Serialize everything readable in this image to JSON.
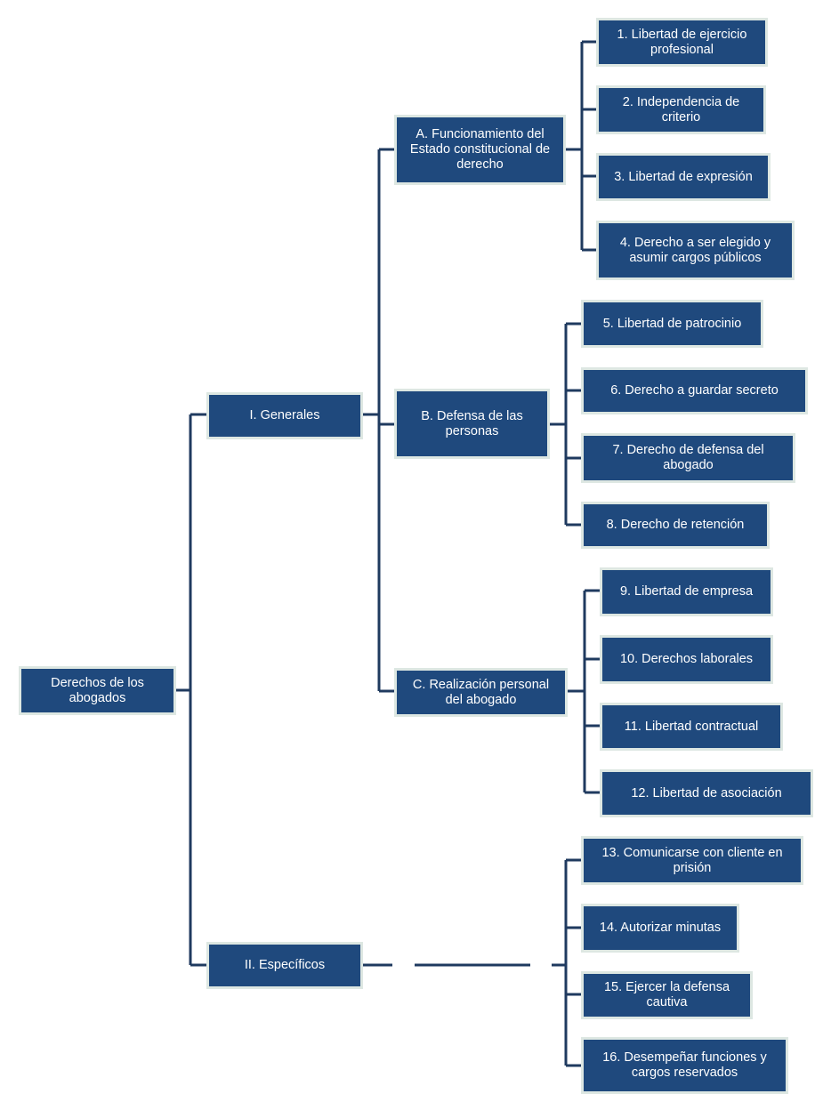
{
  "diagram": {
    "root": "Derechos de los abogados",
    "groups": [
      {
        "label": "I. Generales",
        "children": [
          {
            "label": "A. Funcionamiento del Estado constitucional de derecho",
            "items": [
              "1. Libertad de ejercicio profesional",
              "2. Independencia de criterio",
              "3. Libertad de expresión",
              "4. Derecho a ser elegido y asumir cargos públicos"
            ]
          },
          {
            "label": "B. Defensa de las personas",
            "items": [
              "5. Libertad de patrocinio",
              "6. Derecho a guardar secreto",
              "7. Derecho de defensa del abogado",
              "8. Derecho de retención"
            ]
          },
          {
            "label": "C. Realización personal del abogado",
            "items": [
              "9. Libertad de empresa",
              "10. Derechos laborales",
              "11. Libertad contractual",
              "12. Libertad de asociación"
            ]
          }
        ]
      },
      {
        "label": "II. Específicos",
        "items": [
          "13. Comunicarse con cliente en prisión",
          "14. Autorizar minutas",
          "15. Ejercer la defensa cautiva",
          "16. Desempeñar funciones y cargos reservados"
        ]
      }
    ],
    "colors": {
      "box_fill": "#1f497d",
      "box_border": "#dde7e2",
      "connector": "#1f3a5f",
      "text": "#ffffff"
    }
  }
}
